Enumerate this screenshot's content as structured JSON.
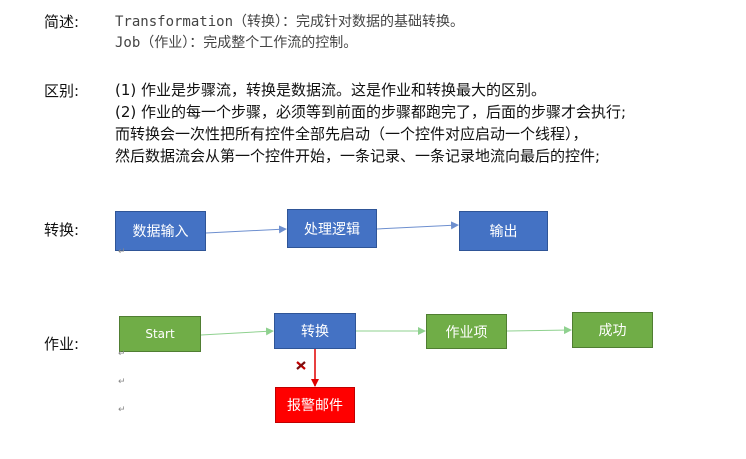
{
  "overview": {
    "label": "简述:",
    "line1": "Transformation（转换）：完成针对数据的基础转换。",
    "line2": "Job（作业）：完成整个工作流的控制。"
  },
  "difference": {
    "label": "区别:",
    "lines": [
      "(1) 作业是步骤流，转换是数据流。这是作业和转换最大的区别。",
      "(2) 作业的每一个步骤，必须等到前面的步骤都跑完了，后面的步骤才会执行;",
      "而转换会一次性把所有控件全部先启动（一个控件对应启动一个线程），",
      "然后数据流会从第一个控件开始，一条记录、一条记录地流向最后的控件;"
    ]
  },
  "transformation_flow": {
    "label": "转换:",
    "nodes": [
      "数据输入",
      "处理逻辑",
      "输出"
    ]
  },
  "job_flow": {
    "label": "作业:",
    "nodes": [
      "Start",
      "转换",
      "作业项",
      "成功"
    ],
    "error_node": "报警邮件"
  },
  "colors": {
    "blue_box": "#4472c4",
    "green_box": "#70ad47",
    "red_box": "#ff0000",
    "blue_arrow": "#6d8fcf",
    "green_arrow": "#8fd18f",
    "red_arrow": "#e00000"
  }
}
